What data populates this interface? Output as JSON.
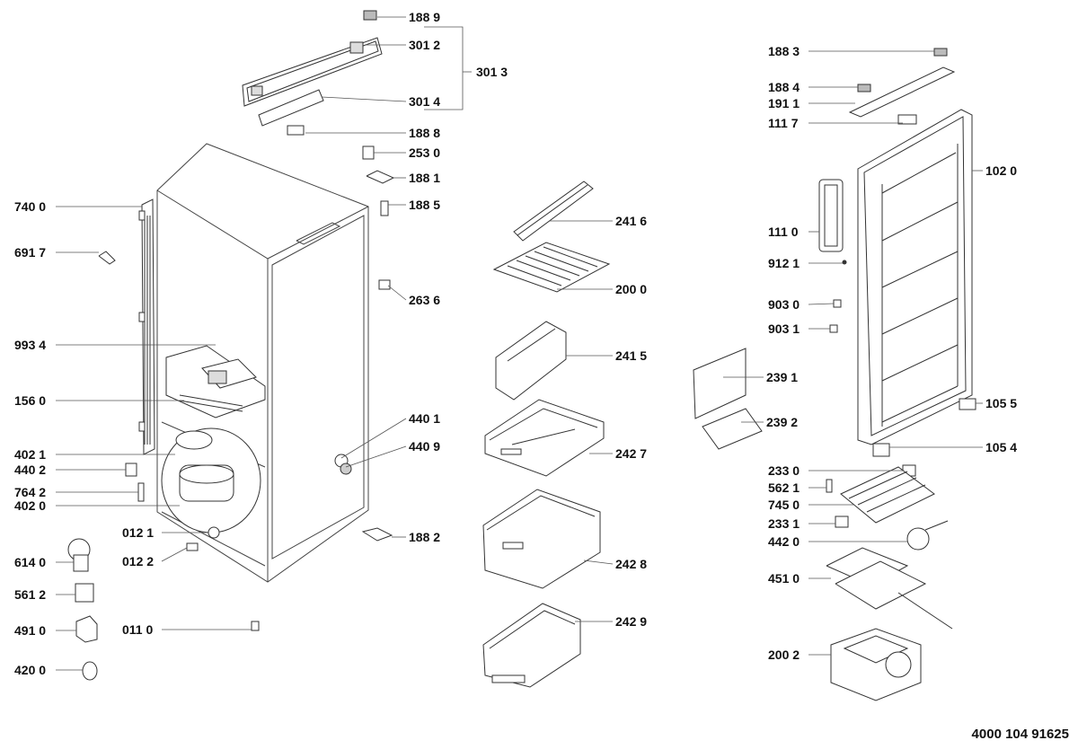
{
  "reference_number": "4000 104 91625",
  "labels": {
    "p1889": "188 9",
    "p3012": "301 2",
    "p3013": "301 3",
    "p3014": "301 4",
    "p1888": "188 8",
    "p2530": "253 0",
    "p1881": "188 1",
    "p1885": "188 5",
    "p2636": "263 6",
    "p4401": "440 1",
    "p4409": "440 9",
    "p1882": "188 2",
    "p7400": "740 0",
    "p6917": "691 7",
    "p9934": "993 4",
    "p1560": "156 0",
    "p4021": "402 1",
    "p4402": "440 2",
    "p7642": "764 2",
    "p4020": "402 0",
    "p0121": "012 1",
    "p0122": "012 2",
    "p6140": "614 0",
    "p5612": "561 2",
    "p4910": "491 0",
    "p0110": "011 0",
    "p4200": "420 0",
    "p2416": "241 6",
    "p2000": "200 0",
    "p2415": "241 5",
    "p2427": "242 7",
    "p2428": "242 8",
    "p2429": "242 9",
    "p1883": "188 3",
    "p1884": "188 4",
    "p1911": "191 1",
    "p1117": "111 7",
    "p1020": "102 0",
    "p1110": "111 0",
    "p9121": "912 1",
    "p9030": "903 0",
    "p9031": "903 1",
    "p2391": "239 1",
    "p2392": "239 2",
    "p1055": "105 5",
    "p1054": "105 4",
    "p2330": "233 0",
    "p5621": "562 1",
    "p7450": "745 0",
    "p2331": "233 1",
    "p4420": "442 0",
    "p4510": "451 0",
    "p2002": "200 2"
  }
}
